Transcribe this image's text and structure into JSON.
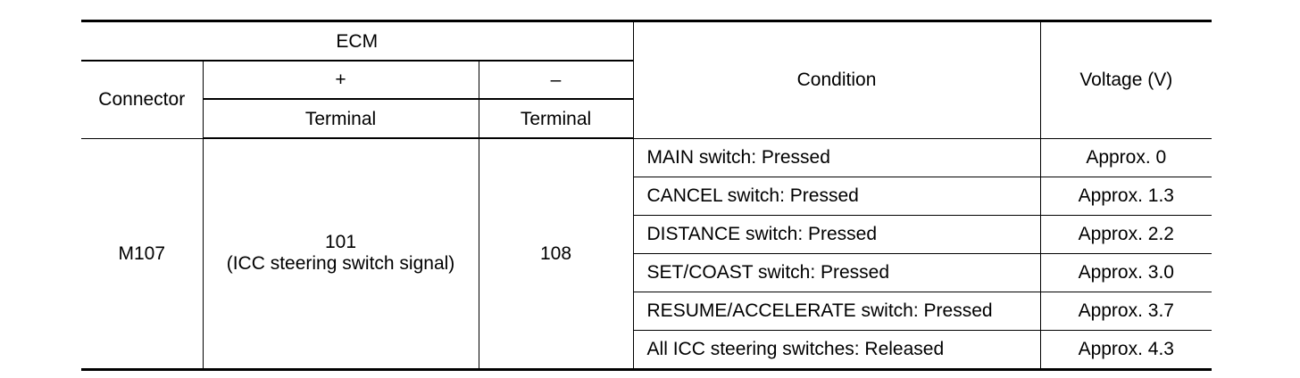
{
  "headers": {
    "ecm": "ECM",
    "connector": "Connector",
    "plus": "+",
    "minus": "–",
    "terminal_plus": "Terminal",
    "terminal_minus": "Terminal",
    "condition": "Condition",
    "voltage": "Voltage (V)"
  },
  "body": {
    "connector": "M107",
    "plus_terminal_number": "101",
    "plus_terminal_signal": "(ICC steering switch signal)",
    "minus_terminal": "108",
    "rows": [
      {
        "condition": "MAIN switch: Pressed",
        "voltage": "Approx. 0"
      },
      {
        "condition": "CANCEL switch: Pressed",
        "voltage": "Approx. 1.3"
      },
      {
        "condition": "DISTANCE switch: Pressed",
        "voltage": "Approx. 2.2"
      },
      {
        "condition": "SET/COAST switch: Pressed",
        "voltage": "Approx. 3.0"
      },
      {
        "condition": "RESUME/ACCELERATE switch: Pressed",
        "voltage": "Approx. 3.7"
      },
      {
        "condition": "All ICC steering switches: Released",
        "voltage": "Approx. 4.3"
      }
    ]
  }
}
